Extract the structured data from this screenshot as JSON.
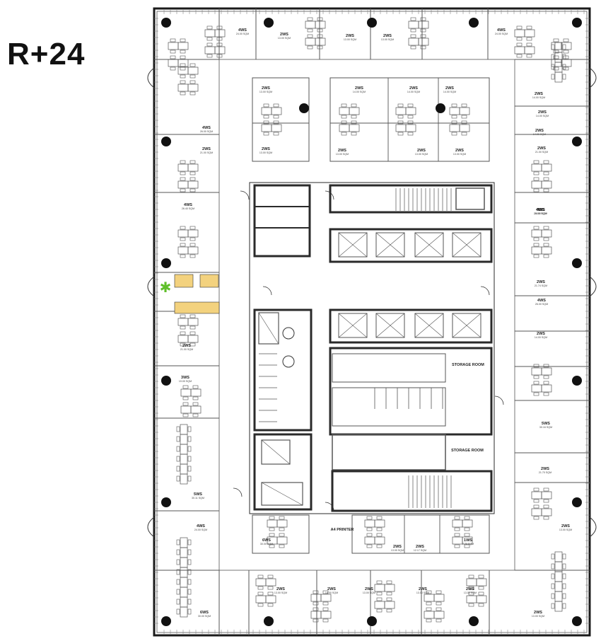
{
  "floor": {
    "label": "R+24"
  },
  "rooms": [
    {
      "id": "r1",
      "code": "4WS",
      "area": "24.00 SQM"
    },
    {
      "id": "r2",
      "code": "2WS",
      "area": "13.00 SQM"
    },
    {
      "id": "r3",
      "code": "2WS",
      "area": "13.00 SQM"
    },
    {
      "id": "r4",
      "code": "2WS",
      "area": "13.00 SQM"
    },
    {
      "id": "r5",
      "code": "4WS",
      "area": "24.00 SQM"
    },
    {
      "id": "r6",
      "code": "2WS",
      "area": "13.00 SQM"
    },
    {
      "id": "r7",
      "code": "2WS",
      "area": "14.00 SQM"
    },
    {
      "id": "r8",
      "code": "2WS",
      "area": "14.00 SQM"
    },
    {
      "id": "r9",
      "code": "2WS",
      "area": "14.00 SQM"
    },
    {
      "id": "r10",
      "code": "2WS",
      "area": "13.00 SQM"
    },
    {
      "id": "r11",
      "code": "2WS",
      "area": "13.00 SQM"
    },
    {
      "id": "r12",
      "code": "2WS",
      "area": "13.00 SQM"
    },
    {
      "id": "r13",
      "code": "2WS",
      "area": "13.00 SQM"
    },
    {
      "id": "r14",
      "code": "4WS",
      "area": "26.00 SQM"
    },
    {
      "id": "r15",
      "code": "2WS",
      "area": "21.00 SQM"
    },
    {
      "id": "r16",
      "code": "4WS",
      "area": "26.40 SQM"
    },
    {
      "id": "r17",
      "code": "2WS",
      "area": "21.00 SQM"
    },
    {
      "id": "r18",
      "code": "3WS",
      "area": "19.00 SQM"
    },
    {
      "id": "r19",
      "code": "5WS",
      "area": "30.11 SQM"
    },
    {
      "id": "r20",
      "code": "4WS",
      "area": "24.00 SQM"
    },
    {
      "id": "r21",
      "code": "6WS",
      "area": "30.00 SQM"
    },
    {
      "id": "r22",
      "code": "2WS",
      "area": "13.00 SQM"
    },
    {
      "id": "r23",
      "code": "2WS",
      "area": "14.00 SQM"
    },
    {
      "id": "r24",
      "code": "2WS",
      "area": "13.00 SQM"
    },
    {
      "id": "r25",
      "code": "2WS",
      "area": "13.00 SQM"
    },
    {
      "id": "r26",
      "code": "2WS",
      "area": "13.00 SQM"
    },
    {
      "id": "r27",
      "code": "2WS",
      "area": "13.00 SQM"
    },
    {
      "id": "r28",
      "code": "6WS",
      "area": "30.00 SQM"
    },
    {
      "id": "r29",
      "code": "2WS",
      "area": "13.00 SQM"
    },
    {
      "id": "r30",
      "code": "2WS",
      "area": "12.17 SQM"
    },
    {
      "id": "r31",
      "code": "1WS",
      "area": "7.70 SQM"
    },
    {
      "id": "r32",
      "code": "2WS",
      "area": "13.00 SQM"
    },
    {
      "id": "r33",
      "code": "5WS",
      "area": "30.16 SQM"
    },
    {
      "id": "r34",
      "code": "2WS",
      "area": "21.70 SQM"
    },
    {
      "id": "r35",
      "code": "2WS",
      "area": "21.74 SQM"
    },
    {
      "id": "r36",
      "code": "4WS",
      "area": "26.00 SQM"
    },
    {
      "id": "r37",
      "code": "2WS",
      "area": "14.00 SQM"
    },
    {
      "id": "r38",
      "code": "4WS",
      "area": "26.00 SQM"
    },
    {
      "id": "r39",
      "code": "2WS",
      "area": "14.00 SQM"
    },
    {
      "id": "r40",
      "code": "2WS",
      "area": "21.00 SQM"
    },
    {
      "id": "r41",
      "code": "2WS",
      "area": "14.00 SQM"
    },
    {
      "id": "r42",
      "code": "2WS",
      "area": "14.00 SQM"
    },
    {
      "id": "r43",
      "code": "4WS",
      "area": "28.00 SQM"
    }
  ],
  "service_labels": {
    "storage_room_1": "STORAGE ROOM",
    "storage_room_2": "STORAGE ROOM",
    "printer": "A4 PRINTER"
  },
  "colors": {
    "wall": "#1a1a1a",
    "core_wall": "#2a2a2a",
    "highlight_furniture": "#f3d27e",
    "plant": "#5fbf2a",
    "line": "#555555"
  }
}
